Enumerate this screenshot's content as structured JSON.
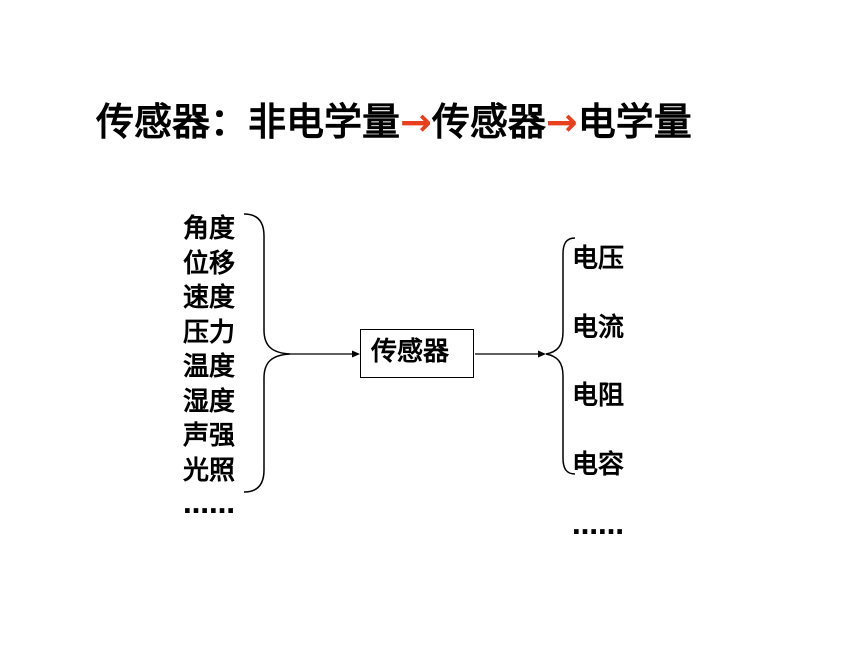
{
  "title": {
    "part1": "传感器：非电学量",
    "arrow1": "→",
    "part2": "传感器",
    "arrow2": "→",
    "part3": "电学量"
  },
  "colors": {
    "arrow": "#e8401c",
    "text": "#000000"
  },
  "inputs": [
    "角度",
    "位移",
    "速度",
    "压力",
    "温度",
    "湿度",
    "声强",
    "光照",
    "……"
  ],
  "sensor_label": "传感器",
  "outputs": [
    "电压",
    "电流",
    "电阻",
    "电容",
    "……"
  ]
}
